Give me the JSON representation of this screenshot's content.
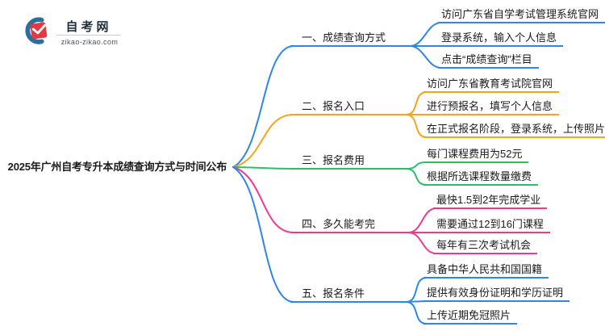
{
  "logo": {
    "name": "自考网",
    "domain": "zikao-zikao.com",
    "icon": "graduation-cap-crescent",
    "colors": {
      "crescent": "#2c6e9e",
      "cap": "#e23a40"
    }
  },
  "mindmap": {
    "root": "2025年广州自考专升本成绩查询方式与时间公布",
    "text_color": "#1b1b1b",
    "branches": [
      {
        "label": "一、成绩查询方式",
        "color": "#2e86e8",
        "children": [
          "访问广东省自学考试管理系统官网",
          "登录系统，输入个人信息",
          "点击“成绩查询”栏目"
        ]
      },
      {
        "label": "二、报名入口",
        "color": "#f7a41d",
        "children": [
          "访问广东省教育考试院官网",
          "进行预报名，填写个人信息",
          "在正式报名阶段，登录系统，上传照片"
        ]
      },
      {
        "label": "三、报名费用",
        "color": "#2ebd6e",
        "children": [
          "每门课程费用为52元",
          "根据所选课程数量缴费"
        ]
      },
      {
        "label": "四、多久能考完",
        "color": "#ee3a8c",
        "children": [
          "最快1.5到2年完成学业",
          "需要通过12到16门课程",
          "每年有三次考试机会"
        ]
      },
      {
        "label": "五、报名条件",
        "color": "#2e86e8",
        "children": [
          "具备中华人民共和国国籍",
          "提供有效身份证明和学历证明",
          "上传近期免冠照片"
        ]
      }
    ]
  }
}
